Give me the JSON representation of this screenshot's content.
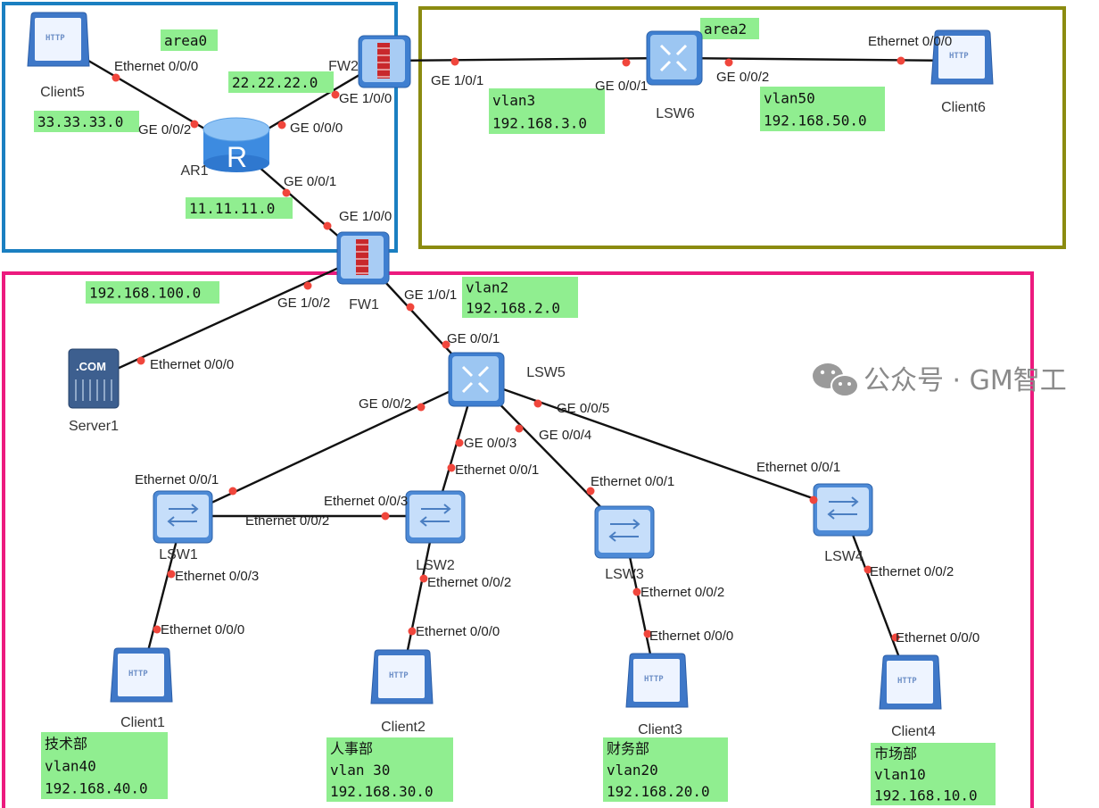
{
  "colors": {
    "area0_border": "#1a7fc1",
    "area2_border": "#8b8b10",
    "lan_border": "#ec1a7e",
    "subnet_bg": "#90ee90",
    "port_dot": "#f0463c",
    "link": "#111111"
  },
  "devices": [
    {
      "name": "Client5",
      "type": "client",
      "icon_text": "HTTP"
    },
    {
      "name": "AR1",
      "type": "router",
      "icon_text": "R"
    },
    {
      "name": "FW2",
      "type": "firewall"
    },
    {
      "name": "FW1",
      "type": "firewall"
    },
    {
      "name": "LSW6",
      "type": "l3-switch"
    },
    {
      "name": "Client6",
      "type": "client",
      "icon_text": "HTTP"
    },
    {
      "name": "Server1",
      "type": "server",
      "icon_text": ".COM"
    },
    {
      "name": "LSW5",
      "type": "l3-switch"
    },
    {
      "name": "LSW1",
      "type": "l2-switch"
    },
    {
      "name": "LSW2",
      "type": "l2-switch"
    },
    {
      "name": "LSW3",
      "type": "l2-switch"
    },
    {
      "name": "LSW4",
      "type": "l2-switch"
    },
    {
      "name": "Client1",
      "type": "client",
      "icon_text": "HTTP"
    },
    {
      "name": "Client2",
      "type": "client",
      "icon_text": "HTTP"
    },
    {
      "name": "Client3",
      "type": "client",
      "icon_text": "HTTP"
    },
    {
      "name": "Client4",
      "type": "client",
      "icon_text": "HTTP"
    }
  ],
  "links": [
    [
      "Client5",
      "AR1"
    ],
    [
      "AR1",
      "FW2"
    ],
    [
      "AR1",
      "FW1"
    ],
    [
      "FW2",
      "LSW6"
    ],
    [
      "LSW6",
      "Client6"
    ],
    [
      "FW1",
      "Server1"
    ],
    [
      "FW1",
      "LSW5"
    ],
    [
      "LSW5",
      "LSW1"
    ],
    [
      "LSW5",
      "LSW2"
    ],
    [
      "LSW5",
      "LSW3"
    ],
    [
      "LSW5",
      "LSW4"
    ],
    [
      "LSW1",
      "LSW2"
    ],
    [
      "LSW1",
      "Client1"
    ],
    [
      "LSW2",
      "Client2"
    ],
    [
      "LSW3",
      "Client3"
    ],
    [
      "LSW4",
      "Client4"
    ]
  ],
  "ports": [
    "Ethernet 0/0/0",
    "GE 0/0/2",
    "GE 0/0/0",
    "GE 1/0/0",
    "GE 0/0/1",
    "GE 1/0/0",
    "GE 1/0/1",
    "GE 0/0/1",
    "GE 0/0/2",
    "Ethernet 0/0/0",
    "GE 1/0/2",
    "GE 1/0/1",
    "Ethernet 0/0/0",
    "GE 0/0/1",
    "GE 0/0/2",
    "GE 0/0/3",
    "GE 0/0/4",
    "GE 0/0/5",
    "Ethernet 0/0/1",
    "Ethernet 0/0/2",
    "Ethernet 0/0/3",
    "Ethernet 0/0/1",
    "Ethernet 0/0/1",
    "Ethernet 0/0/1",
    "Ethernet 0/0/3",
    "Ethernet 0/0/0",
    "Ethernet 0/0/2",
    "Ethernet 0/0/0",
    "Ethernet 0/0/2",
    "Ethernet 0/0/0",
    "Ethernet 0/0/2",
    "Ethernet 0/0/0"
  ],
  "subnets": [
    {
      "lines": [
        "area0"
      ]
    },
    {
      "lines": [
        "33.33.33.0"
      ]
    },
    {
      "lines": [
        "22.22.22.0"
      ]
    },
    {
      "lines": [
        "11.11.11.0"
      ]
    },
    {
      "lines": [
        "area2"
      ]
    },
    {
      "lines": [
        "vlan3",
        "192.168.3.0"
      ]
    },
    {
      "lines": [
        "vlan50",
        "192.168.50.0"
      ]
    },
    {
      "lines": [
        "192.168.100.0"
      ]
    },
    {
      "lines": [
        "vlan2",
        "192.168.2.0"
      ]
    },
    {
      "lines": [
        "技术部",
        "vlan40",
        "192.168.40.0"
      ]
    },
    {
      "lines": [
        "人事部",
        "vlan 30",
        "192.168.30.0"
      ]
    },
    {
      "lines": [
        "财务部",
        "vlan20",
        "192.168.20.0"
      ]
    },
    {
      "lines": [
        "市场部",
        "vlan10",
        "192.168.10.0"
      ]
    }
  ],
  "watermark": "公众号 · GM智工"
}
